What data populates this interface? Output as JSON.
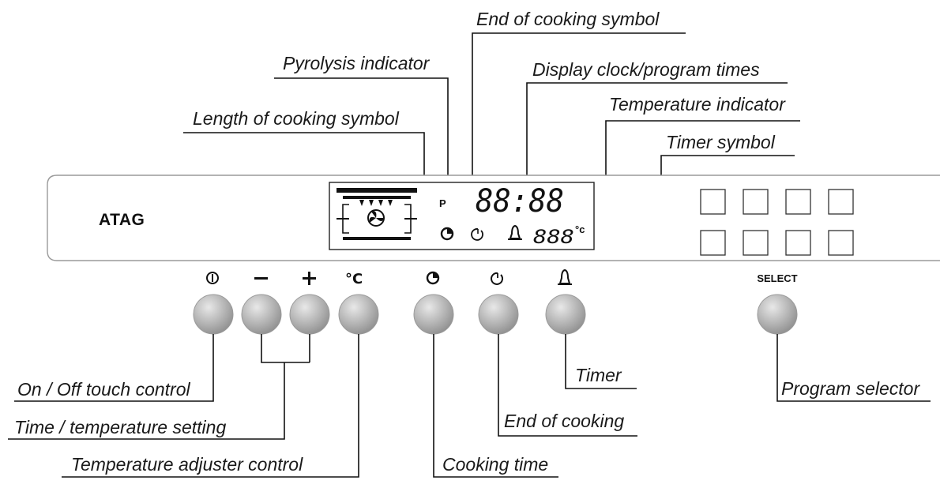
{
  "brand": "ATAG",
  "display": {
    "program_letter": "P",
    "clock_digits": "88:88",
    "temp_digits": "888",
    "temp_unit": "°c"
  },
  "buttons": {
    "onoff_symbol": "⏻",
    "minus_symbol": "−",
    "plus_symbol": "+",
    "celsius_symbol": "°C",
    "select_label": "SELECT"
  },
  "callouts": {
    "end_of_cooking_symbol": "End of cooking symbol",
    "pyrolysis_indicator": "Pyrolysis indicator",
    "display_clock": "Display clock/program times",
    "length_of_cooking_symbol": "Length of cooking symbol",
    "temperature_indicator": "Temperature indicator",
    "timer_symbol": "Timer symbol",
    "on_off_touch_control": "On / Off touch control",
    "time_temperature_setting": "Time / temperature setting",
    "temperature_adjuster_control": "Temperature adjuster control",
    "cooking_time": "Cooking time",
    "end_of_cooking": "End of cooking",
    "timer": "Timer",
    "program_selector": "Program selector"
  },
  "colors": {
    "line": "#111111",
    "button_light": "#e6e6e6",
    "button_dark": "#8c8c8c"
  }
}
